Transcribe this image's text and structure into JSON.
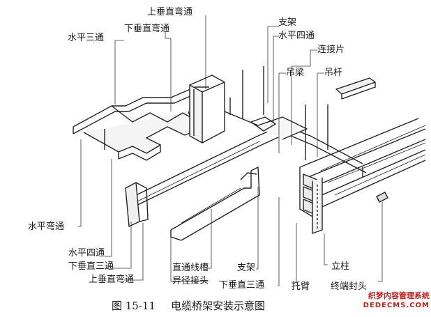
{
  "labels": {
    "shang_chui_zhi_wan_tong_top": "上垂直弯通",
    "xia_chui_zhi_wan_tong_top": "下垂直弯通",
    "shui_ping_san_tong": "水平三通",
    "zhi_jia_top": "支架",
    "shui_ping_si_tong_top": "水平四通",
    "lian_jie_pian": "连接片",
    "diao_liang": "吊梁",
    "diao_gan": "吊杆",
    "shui_ping_wan_tong": "水平弯通",
    "shui_ping_si_tong_bottom": "水平四通",
    "xia_chui_zhi_san_tong_left": "下垂直三通",
    "shang_chui_zhi_wan_tong_bottom": "上垂直弯通",
    "zhi_tong_xian_cao": "直通线槽",
    "yi_jing_jie_tou": "异径接头",
    "zhi_jia_bottom": "支架",
    "xia_chui_zhi_san_tong_bottom": "下垂直三通",
    "tuo_bi": "托臂",
    "li_zhu": "立柱",
    "zhong_duan_feng_tou": "终端封头"
  },
  "caption": {
    "number": "图 15-11",
    "title": "电缆桥架安装示意图"
  },
  "watermark": {
    "line1": "织梦内容管理系统",
    "line2": "DEDECMS.COM"
  }
}
